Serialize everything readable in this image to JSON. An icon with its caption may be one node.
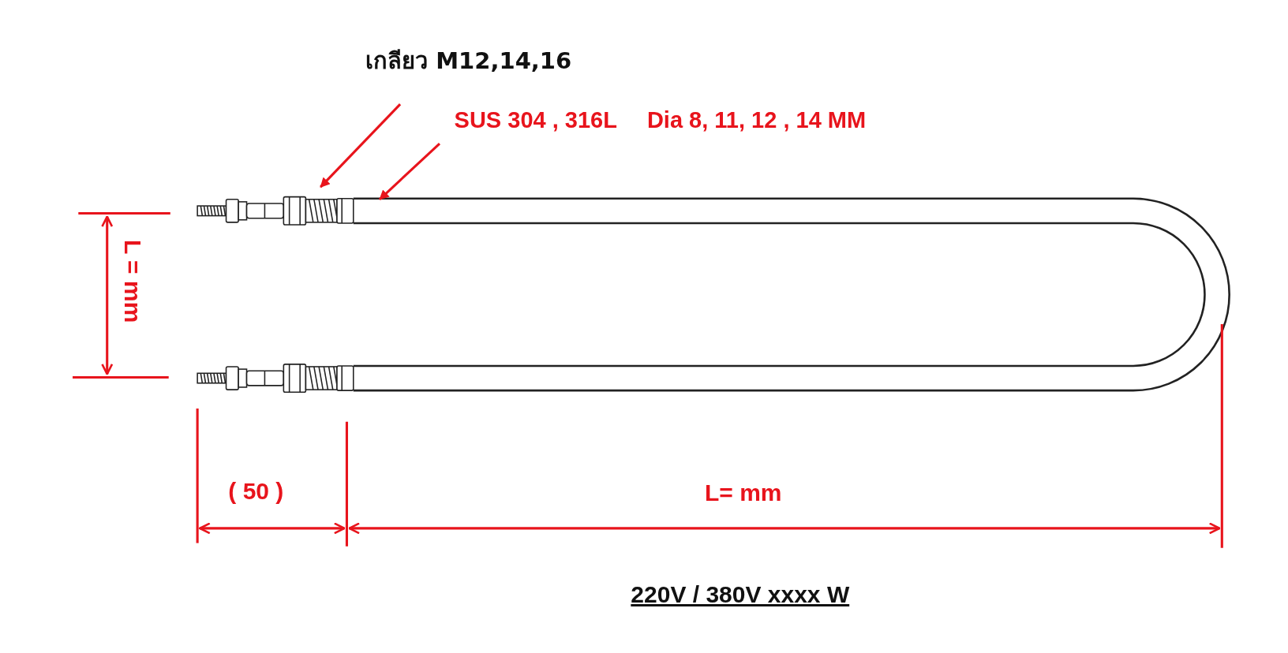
{
  "diagram": {
    "nodes": [
      {
        "text": [
          "เกลียว M12,14,16"
        ]
      },
      {
        "text": [
          "SUS 304 , 316L",
          "Dia 8, 11, 12 , 14 MM"
        ]
      },
      {
        "text": [],
        "shape": "picture"
      },
      {
        "text": [],
        "shape": "picture"
      }
    ],
    "edges": [
      {
        "from": 0,
        "to": 2,
        "arrow": "to"
      },
      {
        "from": 1,
        "to": 3,
        "arrow": "to"
      }
    ],
    "labels": [
      "L = mm",
      "( 50 )",
      "L= mm",
      "220V / 380V xxxx W"
    ]
  }
}
